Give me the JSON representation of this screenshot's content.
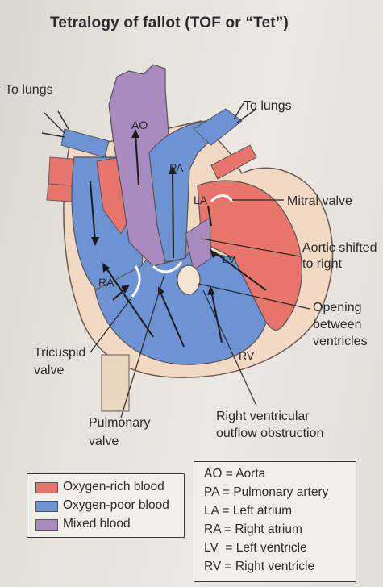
{
  "title": "Tetralogy of fallot (TOF or “Tet”)",
  "labels": {
    "to_lungs_left": "To lungs",
    "to_lungs_right": "To lungs",
    "mitral_valve": "Mitral valve",
    "aortic_shifted_1": "Aortic shifted",
    "aortic_shifted_2": "to right",
    "opening_1": "Opening",
    "opening_2": "between",
    "opening_3": "ventricles",
    "tricuspid_1": "Tricuspid",
    "tricuspid_2": "valve",
    "pulmonary_1": "Pulmonary",
    "pulmonary_2": "valve",
    "rvoo_1": "Right ventricular",
    "rvoo_2": "outflow obstruction"
  },
  "chambers": {
    "ao": "AO",
    "pa": "PA",
    "la": "LA",
    "lv": "LV",
    "ra": "RA",
    "rv": "RV"
  },
  "legend": {
    "colors": [
      {
        "label": "Oxygen-rich blood",
        "color": "#e8756b"
      },
      {
        "label": "Oxygen-poor blood",
        "color": "#6d93d4"
      },
      {
        "label": "Mixed blood",
        "color": "#a98bbf"
      }
    ]
  },
  "abbreviations": [
    "AO = Aorta",
    "PA = Pulmonary artery",
    "LA = Left atrium",
    "RA = Right atrium",
    "LV  = Left ventricle",
    "RV = Right ventricle"
  ]
}
